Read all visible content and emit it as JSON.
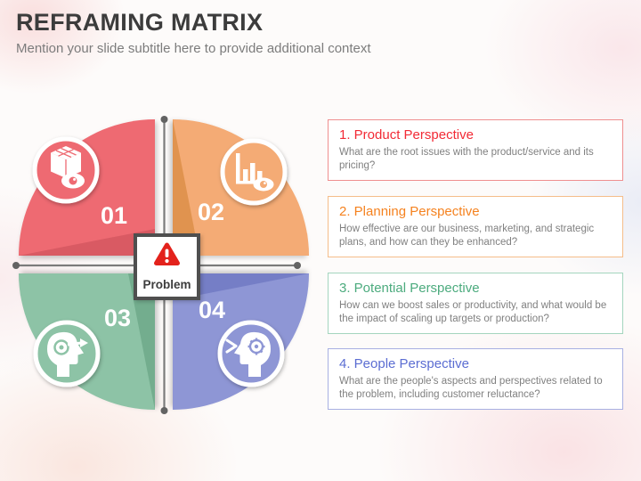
{
  "slide": {
    "title": "REFRAMING MATRIX",
    "subtitle": "Mention your slide subtitle here to provide additional context"
  },
  "matrix": {
    "center_label": "Problem",
    "warning_color": "#e3231d",
    "axis_color": "#7b7b7b",
    "quadrants": [
      {
        "number": "01",
        "color": "#ee6b72",
        "fold_color": "#d95a64",
        "icon": "product-cube-eye-icon"
      },
      {
        "number": "02",
        "color": "#f4ab74",
        "fold_color": "#e0934f",
        "icon": "planning-chart-eye-icon"
      },
      {
        "number": "03",
        "color": "#8dc3a6",
        "fold_color": "#73ad8e",
        "icon": "potential-head-target-icon"
      },
      {
        "number": "04",
        "color": "#8e96d5",
        "fold_color": "#757ec6",
        "icon": "people-head-gear-icon"
      }
    ]
  },
  "perspectives": [
    {
      "title": "1. Product Perspective",
      "color": "#f22a35",
      "border": "#ef8f8f",
      "body": "What are the root issues with the product/service and its pricing?"
    },
    {
      "title": "2. Planning Perspective",
      "color": "#f5821f",
      "border": "#f5bd8a",
      "body": "How effective are our business, marketing, and strategic plans, and how can they be enhanced?"
    },
    {
      "title": "3. Potential Perspective",
      "color": "#4cab7e",
      "border": "#a4d5be",
      "body": "How can we boost sales or productivity, and what would be the impact of scaling up targets or production?"
    },
    {
      "title": "4. People Perspective",
      "color": "#5b6dd2",
      "border": "#a8b0e2",
      "body": "What are the people's aspects and perspectives related to the problem, including customer reluctance?"
    }
  ]
}
